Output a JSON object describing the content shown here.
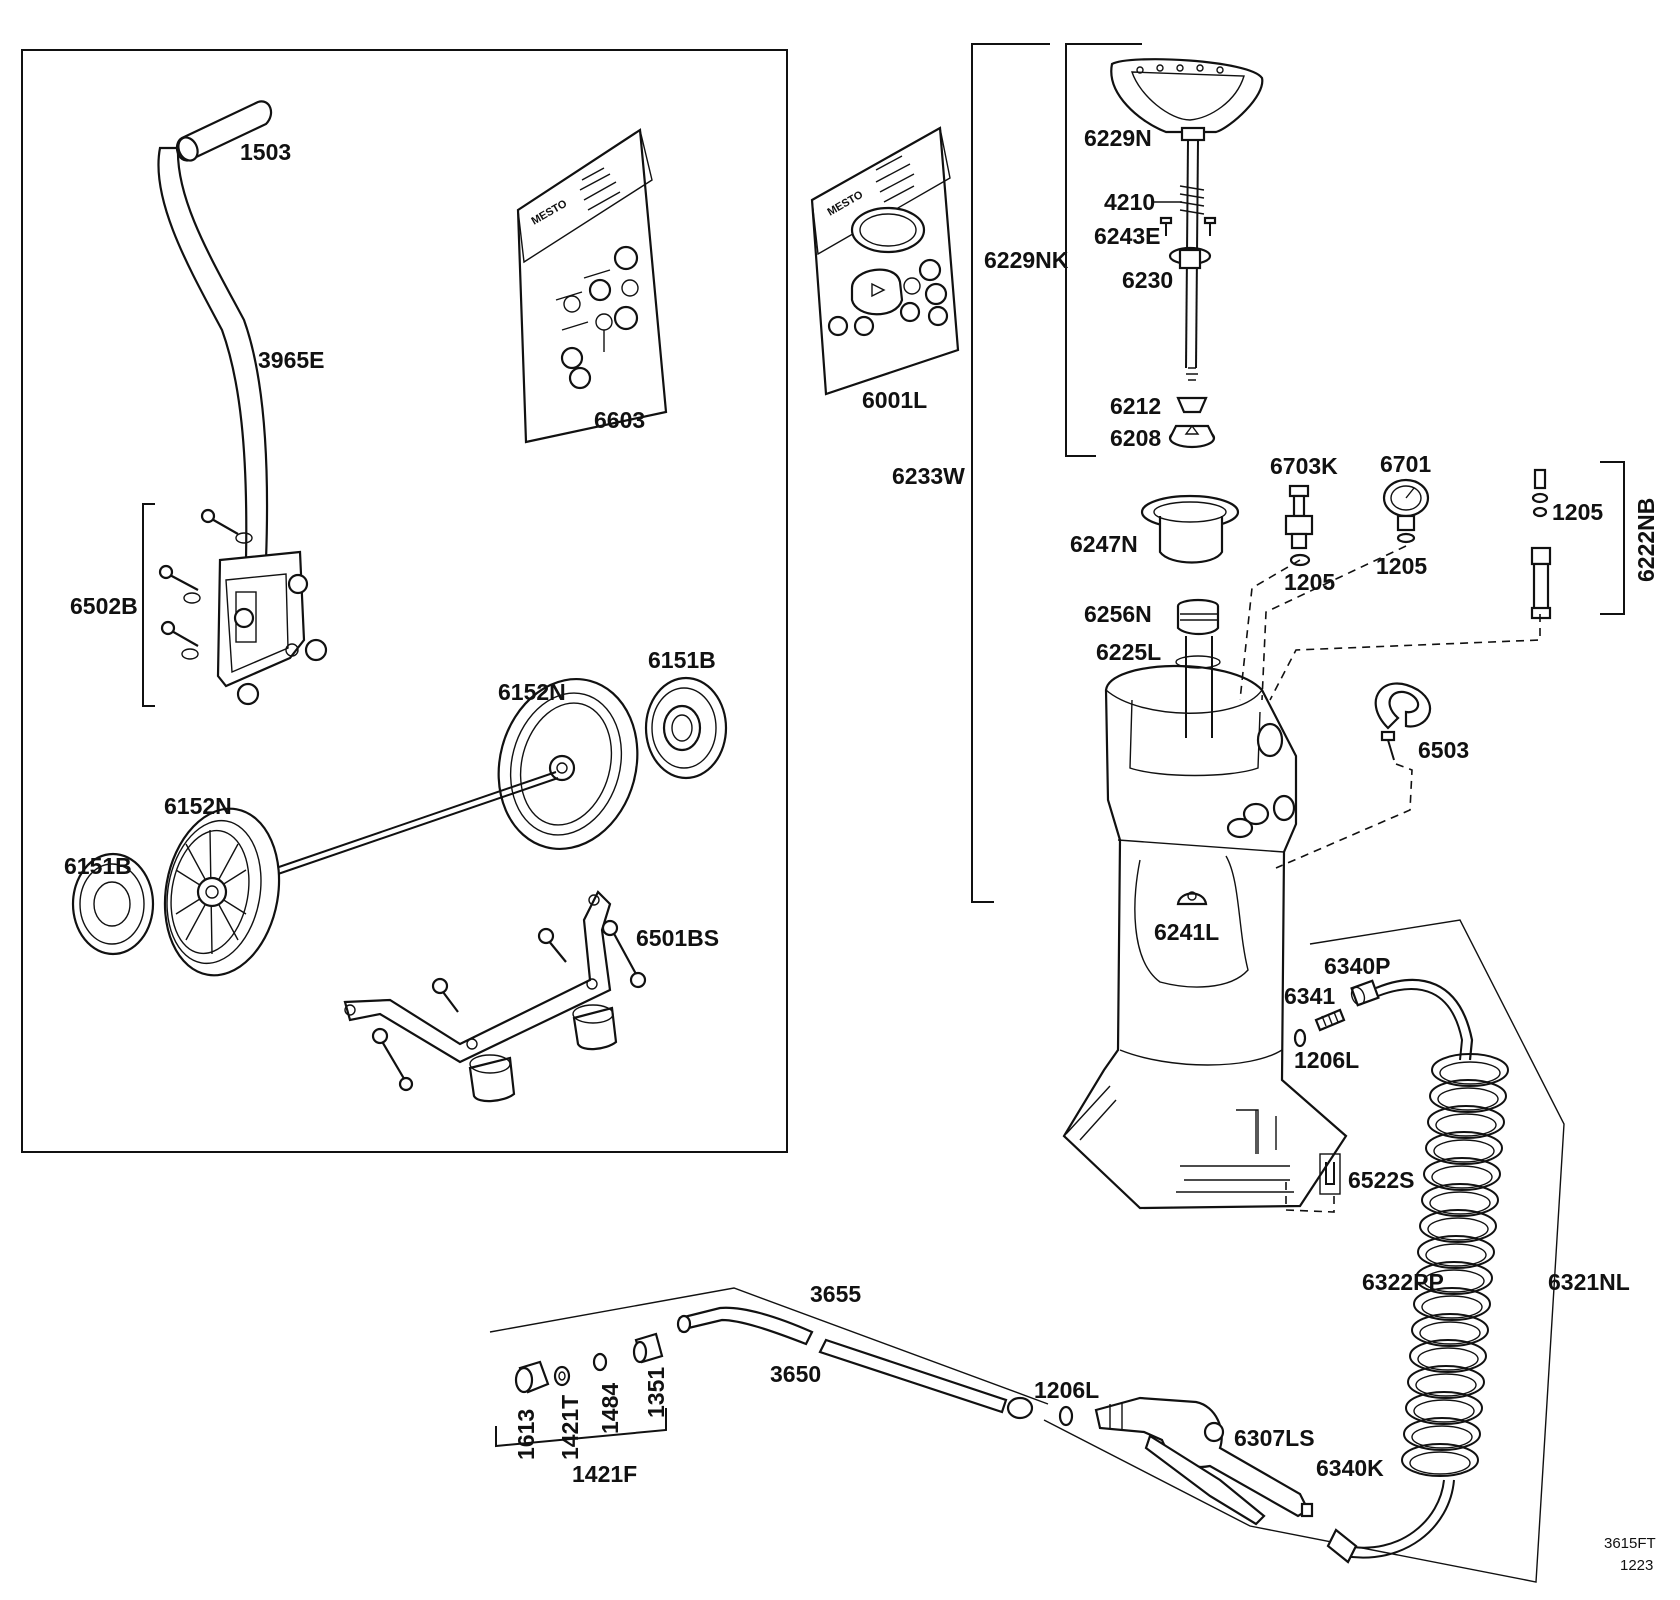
{
  "brand": {
    "text": "MESTO"
  },
  "labels": {
    "p1503": "1503",
    "p3965E": "3965E",
    "p6502B": "6502B",
    "p6603": "6603",
    "p6001L": "6001L",
    "p6151B_a": "6151B",
    "p6152N_a": "6152N",
    "p6152N_b": "6152N",
    "p6151B_b": "6151B",
    "p6501BS": "6501BS",
    "p6229NK": "6229NK",
    "p6233W": "6233W",
    "p6229N": "6229N",
    "p4210": "4210",
    "p6243E": "6243E",
    "p6230": "6230",
    "p6212": "6212",
    "p6208": "6208",
    "p6703K": "6703K",
    "p6701": "6701",
    "p1205_a": "1205",
    "p1205_b": "1205",
    "p1205_c": "1205",
    "p6222NB": "6222NB",
    "p6247N": "6247N",
    "p6256N": "6256N",
    "p6225L": "6225L",
    "p6503": "6503",
    "p6241L": "6241L",
    "p6340P": "6340P",
    "p6341": "6341",
    "p1206L_a": "1206L",
    "p6522S": "6522S",
    "p6322PP": "6322PP",
    "p6321NL": "6321NL",
    "p3655": "3655",
    "p3650": "3650",
    "p1206L_b": "1206L",
    "p6307LS": "6307LS",
    "p6340K": "6340K",
    "p1613": "1613",
    "p1421T": "1421T",
    "p1484": "1484",
    "p1351": "1351",
    "p1421F": "1421F"
  },
  "footer": {
    "code": "3615FT",
    "rev": "1223"
  }
}
